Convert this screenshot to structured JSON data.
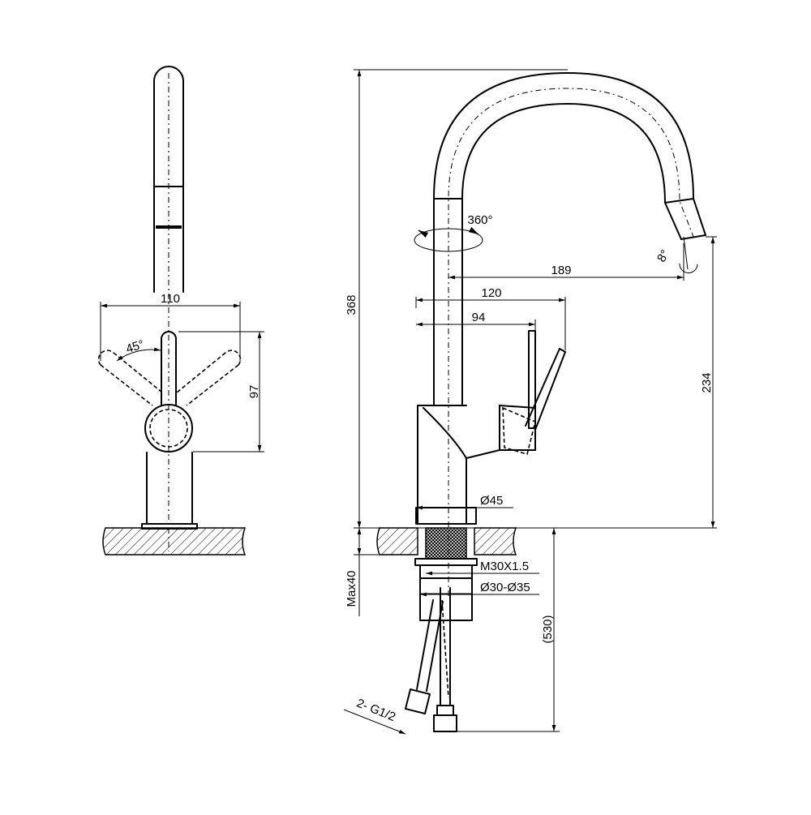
{
  "front_view": {
    "width_label": "110",
    "height_label": "97",
    "angle_label": "45°"
  },
  "side_view": {
    "total_height_label": "368",
    "rotation_label": "360°",
    "reach_label": "189",
    "lever_reach_label": "120",
    "body_reach_label": "94",
    "spout_height_label": "234",
    "tilt_label": "8°",
    "base_diameter_label": "Ø45",
    "thread_label": "M30X1.5",
    "hole_label": "Ø30-Ø35",
    "deck_thickness_label": "Max40",
    "hose_length_label": "(530)",
    "connector_label": "2- G1/2"
  }
}
